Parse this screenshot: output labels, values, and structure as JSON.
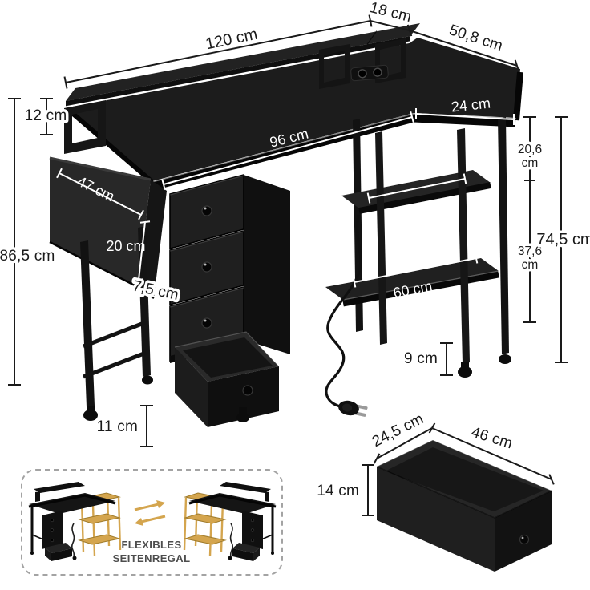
{
  "diagram": {
    "type": "product-dimension-diagram",
    "product": "L-shaped computer desk with monitor riser, fabric drawers and flexible side shelf",
    "background": "#ffffff",
    "colors": {
      "furniture_black": "#1a1a1a",
      "dimension_line": "#1a1a1a",
      "surface_dimension_line": "#ffffff",
      "gold_accent": "#d4a54e",
      "gold_stroke": "#a07c2c",
      "caption_gray": "#4d4d4d"
    },
    "dimensions": {
      "monitor_shelf_length": "120 cm",
      "monitor_shelf_depth": "18 cm",
      "desk_depth": "50,8 cm",
      "monitor_shelf_height": "12 cm",
      "desktop_length": "96 cm",
      "side_return_depth": "24 cm",
      "total_height": "86,5 cm",
      "side_pocket_width": "47 cm",
      "side_pocket_height": "20 cm",
      "side_pocket_depth": "7,5 cm",
      "shelf_top_gap_value": "20,6",
      "shelf_top_gap_unit": "cm",
      "shelf_bottom_gap_value": "37,6",
      "shelf_bottom_gap_unit": "cm",
      "shelf_unit_height": "74,5 cm",
      "top_shelf_depth": "20 cm",
      "bottom_shelf_length": "60 cm",
      "right_foot_height": "9 cm",
      "left_foot_height": "11 cm",
      "drawer_depth": "24,5 cm",
      "drawer_width": "46 cm",
      "drawer_height": "14 cm"
    },
    "inset": {
      "caption_line1": "FLEXIBLES",
      "caption_line2": "SEITENREGAL"
    }
  }
}
